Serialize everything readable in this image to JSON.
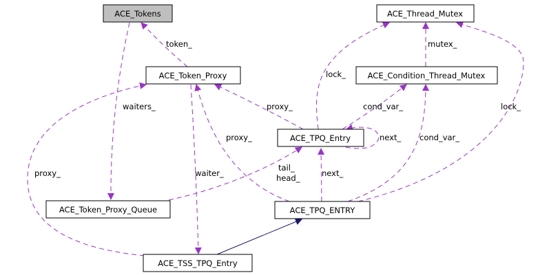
{
  "diagram": {
    "colors": {
      "usage_edge": "#9a32cd",
      "inheritance_edge": "#191970",
      "highlight_node_fill": "#bfbfbf",
      "node_fill": "#ffffff",
      "node_stroke": "#000000"
    },
    "nodes": {
      "ace_tokens": "ACE_Tokens",
      "ace_thread_mutex": "ACE_Thread_Mutex",
      "ace_token_proxy": "ACE_Token_Proxy",
      "ace_condition_thread_mutex": "ACE_Condition_Thread_Mutex",
      "ace_tpq_entry": "ACE_TPQ_Entry",
      "ace_token_proxy_queue": "ACE_Token_Proxy_Queue",
      "ace_tpq_entry_upper": "ACE_TPQ_ENTRY",
      "ace_tss_tpq_entry": "ACE_TSS_TPQ_Entry"
    },
    "edge_labels": {
      "token": "token_",
      "waiters": "waiters_",
      "lock_left": "lock_",
      "mutex": "mutex_",
      "lock_right": "lock_",
      "proxy_upper": "proxy_",
      "cond_var_upper": "cond_var_",
      "next_self": "next_",
      "proxy_middle": "proxy_",
      "cond_var_lower": "cond_var_",
      "proxy_left": "proxy_",
      "waiter": "waiter_",
      "tail": "tail_",
      "head": "head_",
      "next_lower": "next_"
    }
  }
}
